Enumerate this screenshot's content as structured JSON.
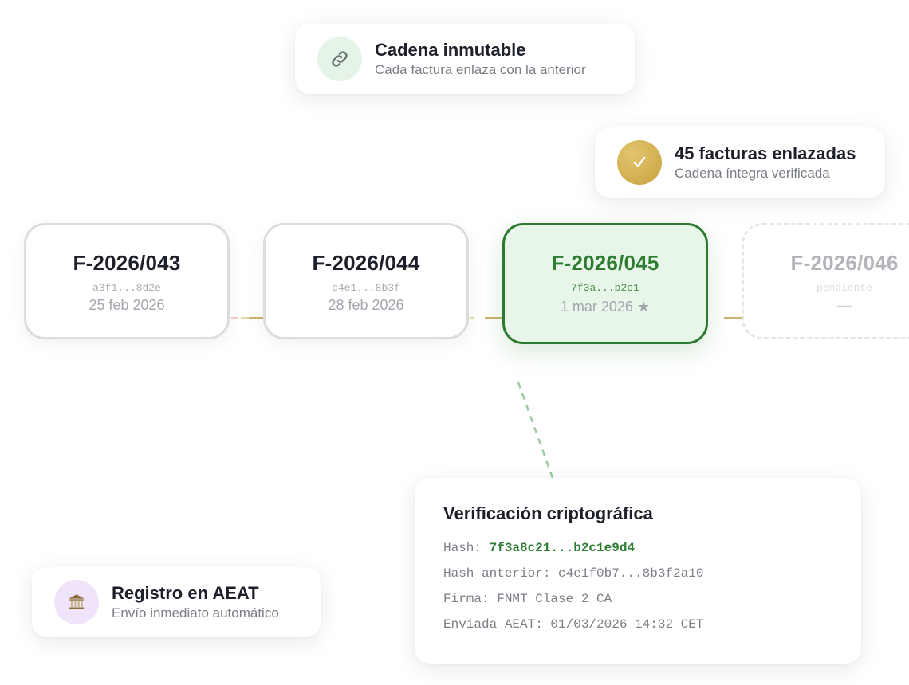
{
  "chain_badge": {
    "icon": "link-icon",
    "title": "Cadena inmutable",
    "subtitle": "Cada factura enlaza con la anterior"
  },
  "linked_badge": {
    "icon": "checkmark-icon",
    "title": "45 facturas enlazadas",
    "subtitle": "Cadena íntegra verificada",
    "accent": "#c8a23f"
  },
  "invoices": [
    {
      "number": "F-2026/043",
      "hash": "a3f1...8d2e",
      "date": "25 feb 2026",
      "state": "linked"
    },
    {
      "number": "F-2026/044",
      "hash": "c4e1...8b3f",
      "date": "28 feb 2026",
      "state": "linked"
    },
    {
      "number": "F-2026/045",
      "hash": "7f3a...b2c1",
      "date": "1 mar 2026 ★",
      "state": "current"
    },
    {
      "number": "F-2026/046",
      "hash": "pendiente",
      "date": "—",
      "state": "pending"
    }
  ],
  "verification": {
    "title": "Verificación criptográfica",
    "hash_label": "Hash: ",
    "hash_value": "7f3a8c21...b2c1e9d4",
    "prev_label": "Hash anterior: ",
    "prev_value": "c4e1f0b7...8b3f2a10",
    "sig_label": "Firma: ",
    "sig_value": "FNMT Clase 2 CA",
    "sent_label": "Enviada AEAT: ",
    "sent_value": "01/03/2026 14:32 CET"
  },
  "aeat_badge": {
    "icon": "bank-building-icon",
    "title": "Registro en AEAT",
    "subtitle": "Envío inmediato automático"
  },
  "colors": {
    "current_green": "#2e7d32",
    "connector_gold": "#ccb26a",
    "aeat_purple_bg": "#f0e4fb",
    "chain_green_bg": "#e6f4e8"
  }
}
